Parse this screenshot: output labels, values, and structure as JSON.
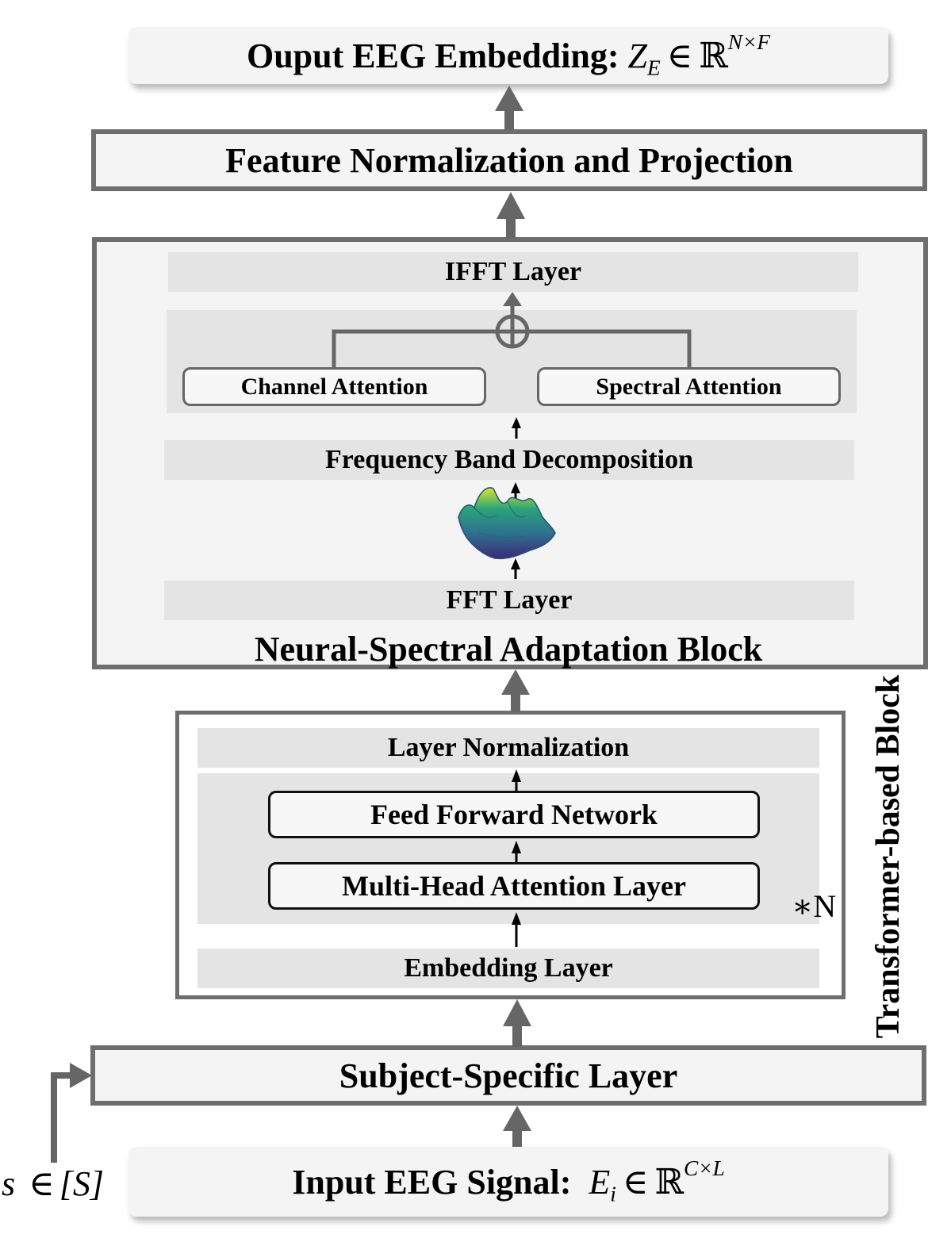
{
  "output": {
    "label": "Ouput EEG Embedding:",
    "var": "Z",
    "sub": "E",
    "in": "∈",
    "set": "ℝ",
    "sup": "N×F"
  },
  "feature_norm": {
    "label": "Feature Normalization and Projection"
  },
  "nsab": {
    "title": "Neural-Spectral Adaptation Block",
    "ifft": "IFFT Layer",
    "channel_attention": "Channel Attention",
    "spectral_attention": "Spectral Attention",
    "freq_band": "Frequency Band Decomposition",
    "fft": "FFT Layer"
  },
  "transformer": {
    "title": "Transformer-based Block",
    "layer_norm": "Layer Normalization",
    "ffn": "Feed Forward Network",
    "mha": "Multi-Head Attention Layer",
    "repeat": "∗N",
    "embedding": "Embedding Layer"
  },
  "subject_layer": {
    "label": "Subject-Specific Layer"
  },
  "subject_index": {
    "var": "s",
    "in": "∈",
    "set": "[S]"
  },
  "input": {
    "label": "Input EEG Signal:",
    "var": "E",
    "sub": "i",
    "in": "∈",
    "set": "ℝ",
    "sup": "C×L"
  },
  "colors": {
    "arrow_gray": "#666666",
    "band_gray": "#e4e4e4",
    "panel_gray": "#f4f4f4",
    "border_gray": "#6e6e6e"
  }
}
